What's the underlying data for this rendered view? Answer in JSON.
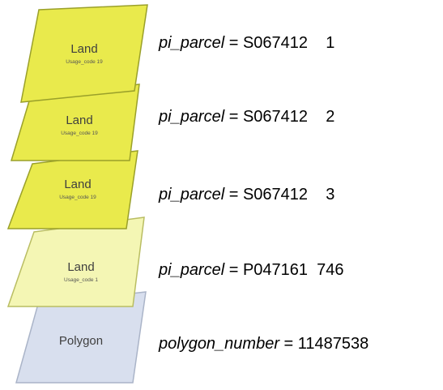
{
  "layers": [
    {
      "title": "Land",
      "subtitle": "Usage_code 19",
      "fill": "#e9ea4c",
      "stroke": "#9aa02a"
    },
    {
      "title": "Land",
      "subtitle": "Usage_code 19",
      "fill": "#e9ea4c",
      "stroke": "#9aa02a"
    },
    {
      "title": "Land",
      "subtitle": "Usage_code 19",
      "fill": "#e9ea4c",
      "stroke": "#9aa02a"
    },
    {
      "title": "Land",
      "subtitle": "Usage_code 1",
      "fill": "#f4f6b4",
      "stroke": "#b9bd62"
    },
    {
      "title": "Polygon",
      "subtitle": "",
      "fill": "#d8dfee",
      "stroke": "#aab4c8"
    }
  ],
  "labels": [
    {
      "var": "pi_parcel",
      "eq": " = ",
      "value": "S067412",
      "gap": "    ",
      "index": "1"
    },
    {
      "var": "pi_parcel",
      "eq": " = ",
      "value": "S067412",
      "gap": "    ",
      "index": "2"
    },
    {
      "var": "pi_parcel",
      "eq": " = ",
      "value": "S067412",
      "gap": "    ",
      "index": "3"
    },
    {
      "var": "pi_parcel",
      "eq": " = ",
      "value": "P047161",
      "gap": "  ",
      "index": "746"
    },
    {
      "var": "polygon_number",
      "eq": " = ",
      "value": "11487538",
      "gap": "",
      "index": ""
    }
  ]
}
